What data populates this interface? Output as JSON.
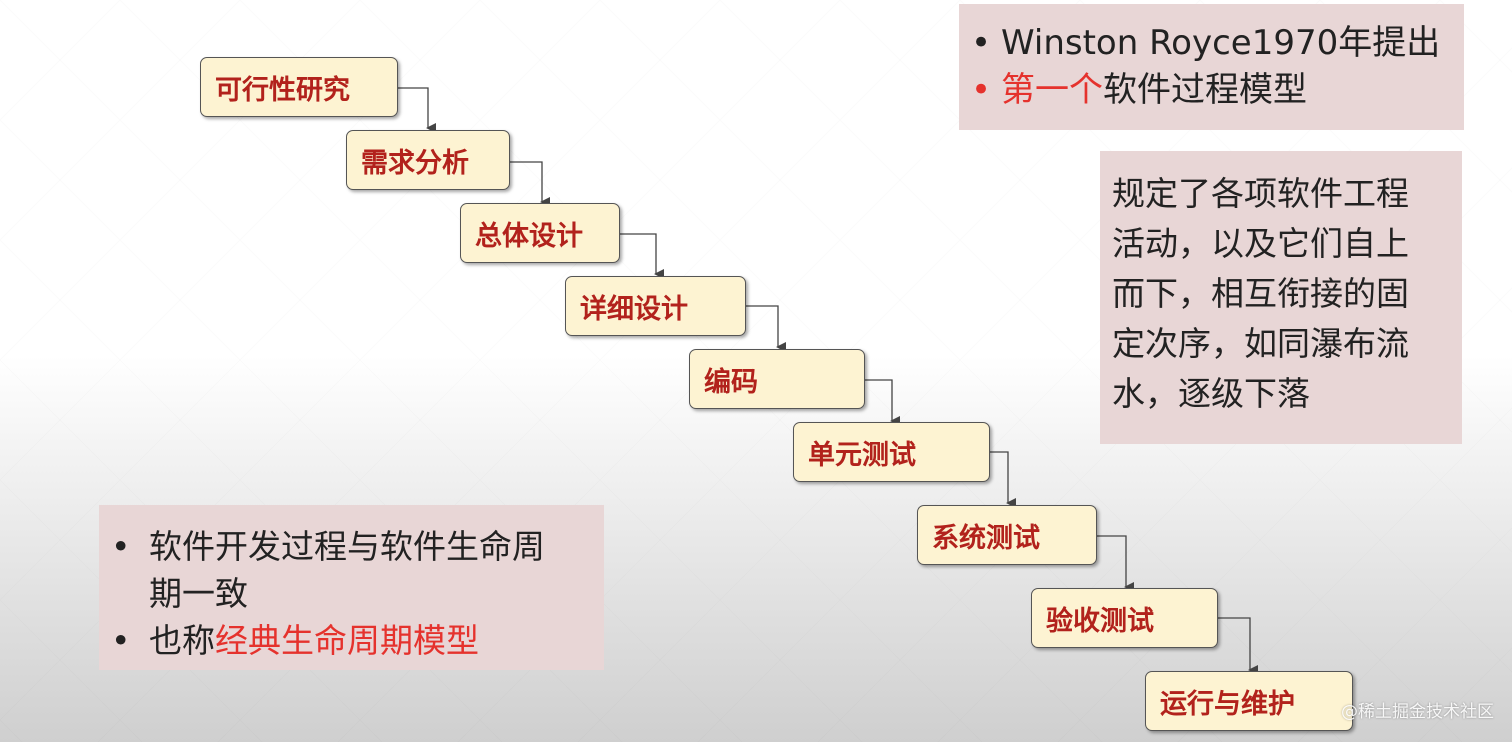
{
  "steps": [
    "可行性研究",
    "需求分析",
    "总体设计",
    "详细设计",
    "编码",
    "单元测试",
    "系统测试",
    "验收测试",
    "运行与维护"
  ],
  "top_panel": {
    "line1": "Winston Royce1970年提出",
    "line2_red": "第一个",
    "line2_rest": "软件过程模型"
  },
  "right_panel": {
    "lines": [
      "规定了各项软件工程",
      "活动，以及它们自上",
      "而下，相互衔接的固",
      "定次序，如同瀑布流",
      "水，逐级下落"
    ]
  },
  "bottom_panel": {
    "item1_line1": "软件开发过程与软件生命周",
    "item1_line2": "期一致",
    "item2_prefix": "也称",
    "item2_red": "经典生命周期模型"
  },
  "bullet": "•",
  "watermark": "@稀土掘金技术社区"
}
